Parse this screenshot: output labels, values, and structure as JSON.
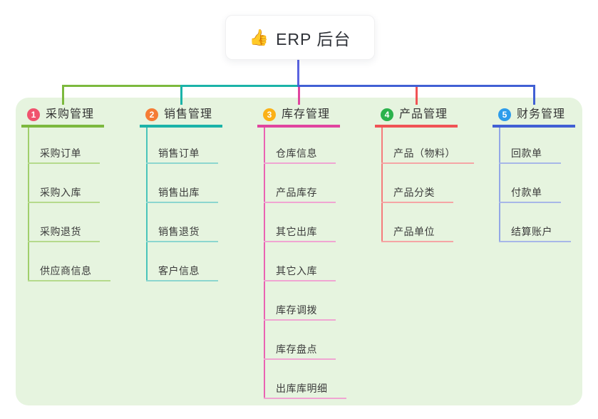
{
  "root": {
    "icon": "👍",
    "icon_name": "thumbs-up-icon",
    "title": "ERP 后台"
  },
  "colors": {
    "panel_background": "#e6f4df",
    "root_connector": "#5a64e0",
    "header_text": "#333333",
    "child_text": "#3b3b3b",
    "root_text": "#2f3238"
  },
  "branches": [
    {
      "number": "1",
      "label": "采购管理",
      "badge_color": "#f0536e",
      "line_color": "#7cb93e",
      "trunk_color": "#a0cf6b",
      "child_line_color": "#b5da8c",
      "children": [
        "采购订单",
        "采购入库",
        "采购退货",
        "供应商信息"
      ]
    },
    {
      "number": "2",
      "label": "销售管理",
      "badge_color": "#f57c35",
      "line_color": "#1bb3a8",
      "trunk_color": "#49c4ba",
      "child_line_color": "#8cd6cf",
      "children": [
        "销售订单",
        "销售出库",
        "销售退货",
        "客户信息"
      ]
    },
    {
      "number": "3",
      "label": "库存管理",
      "badge_color": "#fbb117",
      "line_color": "#e0459f",
      "trunk_color": "#ea62b2",
      "child_line_color": "#f0a5d2",
      "children": [
        "仓库信息",
        "产品库存",
        "其它出库",
        "其它入库",
        "库存调拨",
        "库存盘点",
        "出库库明细"
      ]
    },
    {
      "number": "4",
      "label": "产品管理",
      "badge_color": "#2bb24c",
      "line_color": "#f05355",
      "trunk_color": "#f57c7c",
      "child_line_color": "#f5a5a5",
      "children": [
        "产品（物料）",
        "产品分类",
        "产品单位"
      ]
    },
    {
      "number": "5",
      "label": "财务管理",
      "badge_color": "#2d9ceb",
      "line_color": "#4160d4",
      "trunk_color": "#93a8e6",
      "child_line_color": "#a7b7e8",
      "children": [
        "回款单",
        "付款单",
        "结算账户"
      ]
    }
  ]
}
